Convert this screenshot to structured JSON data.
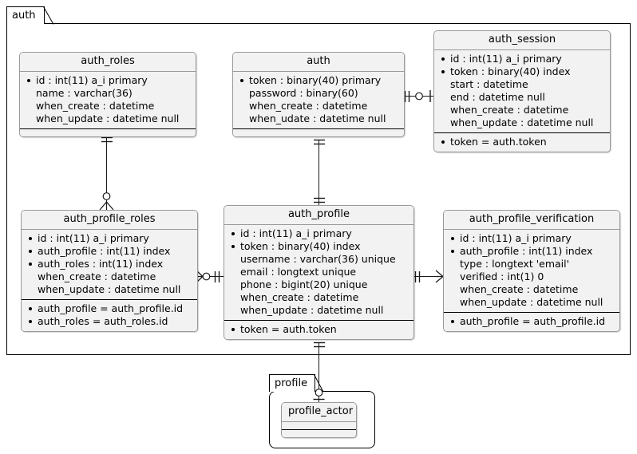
{
  "diagram": {
    "type": "entity-relationship-diagram",
    "packages": [
      {
        "id": "auth",
        "label": "auth"
      },
      {
        "id": "profile",
        "label": "profile"
      }
    ]
  },
  "entities": {
    "auth_roles": {
      "title": "auth_roles",
      "columns": [
        {
          "text": "id : int(11) a_i primary",
          "key": true
        },
        {
          "text": "name : varchar(36)",
          "key": false
        },
        {
          "text": "when_create : datetime",
          "key": false
        },
        {
          "text": "when_update : datetime null",
          "key": false
        }
      ],
      "relations": []
    },
    "auth": {
      "title": "auth",
      "columns": [
        {
          "text": "token : binary(40) primary",
          "key": true
        },
        {
          "text": "password : binary(60)",
          "key": false
        },
        {
          "text": "when_create : datetime",
          "key": false
        },
        {
          "text": "when_udate : datetime null",
          "key": false
        }
      ],
      "relations": []
    },
    "auth_session": {
      "title": "auth_session",
      "columns": [
        {
          "text": "id : int(11) a_i primary",
          "key": true
        },
        {
          "text": "token : binary(40) index",
          "key": true
        },
        {
          "text": "start : datetime",
          "key": false
        },
        {
          "text": "end : datetime null",
          "key": false
        },
        {
          "text": "when_create : datetime",
          "key": false
        },
        {
          "text": "when_update : datetime null",
          "key": false
        }
      ],
      "relations": [
        {
          "text": "token = auth.token",
          "key": true
        }
      ]
    },
    "auth_profile_roles": {
      "title": "auth_profile_roles",
      "columns": [
        {
          "text": "id : int(11) a_i primary",
          "key": true
        },
        {
          "text": "auth_profile : int(11) index",
          "key": true
        },
        {
          "text": "auth_roles : int(11) index",
          "key": true
        },
        {
          "text": "when_create : datetime",
          "key": false
        },
        {
          "text": "when_update : datetime null",
          "key": false
        }
      ],
      "relations": [
        {
          "text": "auth_profile = auth_profile.id",
          "key": true
        },
        {
          "text": "auth_roles = auth_roles.id",
          "key": true
        }
      ]
    },
    "auth_profile": {
      "title": "auth_profile",
      "columns": [
        {
          "text": "id : int(11) a_i primary",
          "key": true
        },
        {
          "text": "token : binary(40) index",
          "key": true
        },
        {
          "text": "username : varchar(36) unique",
          "key": false
        },
        {
          "text": "email : longtext unique",
          "key": false
        },
        {
          "text": "phone : bigint(20) unique",
          "key": false
        },
        {
          "text": "when_create : datetime",
          "key": false
        },
        {
          "text": "when_update : datetime null",
          "key": false
        }
      ],
      "relations": [
        {
          "text": "token = auth.token",
          "key": true
        }
      ]
    },
    "auth_profile_verification": {
      "title": "auth_profile_verification",
      "columns": [
        {
          "text": "id : int(11) a_i primary",
          "key": true
        },
        {
          "text": "auth_profile : int(11) index",
          "key": true
        },
        {
          "text": "type : longtext 'email'",
          "key": false
        },
        {
          "text": "verified : int(1) 0",
          "key": false
        },
        {
          "text": "when_create : datetime",
          "key": false
        },
        {
          "text": "when_update : datetime null",
          "key": false
        }
      ],
      "relations": [
        {
          "text": "auth_profile = auth_profile.id",
          "key": true
        }
      ]
    },
    "profile_actor": {
      "title": "profile_actor",
      "columns": [],
      "relations": []
    }
  },
  "relationships": [
    {
      "from": "auth_roles",
      "to": "auth_profile_roles",
      "from_card": "one-and-only-one",
      "to_card": "zero-or-many"
    },
    {
      "from": "auth",
      "to": "auth_session",
      "from_card": "one-and-only-one",
      "to_card": "zero-or-many"
    },
    {
      "from": "auth",
      "to": "auth_profile",
      "from_card": "one-and-only-one",
      "to_card": "one-and-only-one"
    },
    {
      "from": "auth_profile_roles",
      "to": "auth_profile",
      "from_card": "zero-or-many",
      "to_card": "one-and-only-one"
    },
    {
      "from": "auth_profile",
      "to": "auth_profile_verification",
      "from_card": "one-and-only-one",
      "to_card": "zero-or-many"
    },
    {
      "from": "auth_profile",
      "to": "profile_actor",
      "from_card": "one-and-only-one",
      "to_card": "zero-or-many"
    }
  ],
  "colors": {
    "entity_fill": "#f2f2f2",
    "entity_border": "#999999",
    "line": "#1a1a1a",
    "package_border": "#000000",
    "background": "#ffffff"
  }
}
